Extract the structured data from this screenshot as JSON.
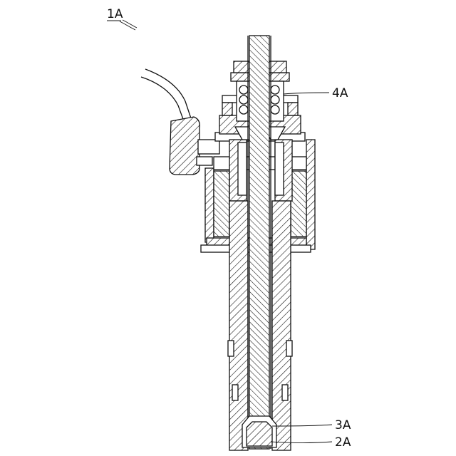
{
  "figure": {
    "assembly_label": "1A",
    "callouts": [
      {
        "id": "4A",
        "text": "4A"
      },
      {
        "id": "3A",
        "text": "3A"
      },
      {
        "id": "2A",
        "text": "2A"
      }
    ]
  }
}
